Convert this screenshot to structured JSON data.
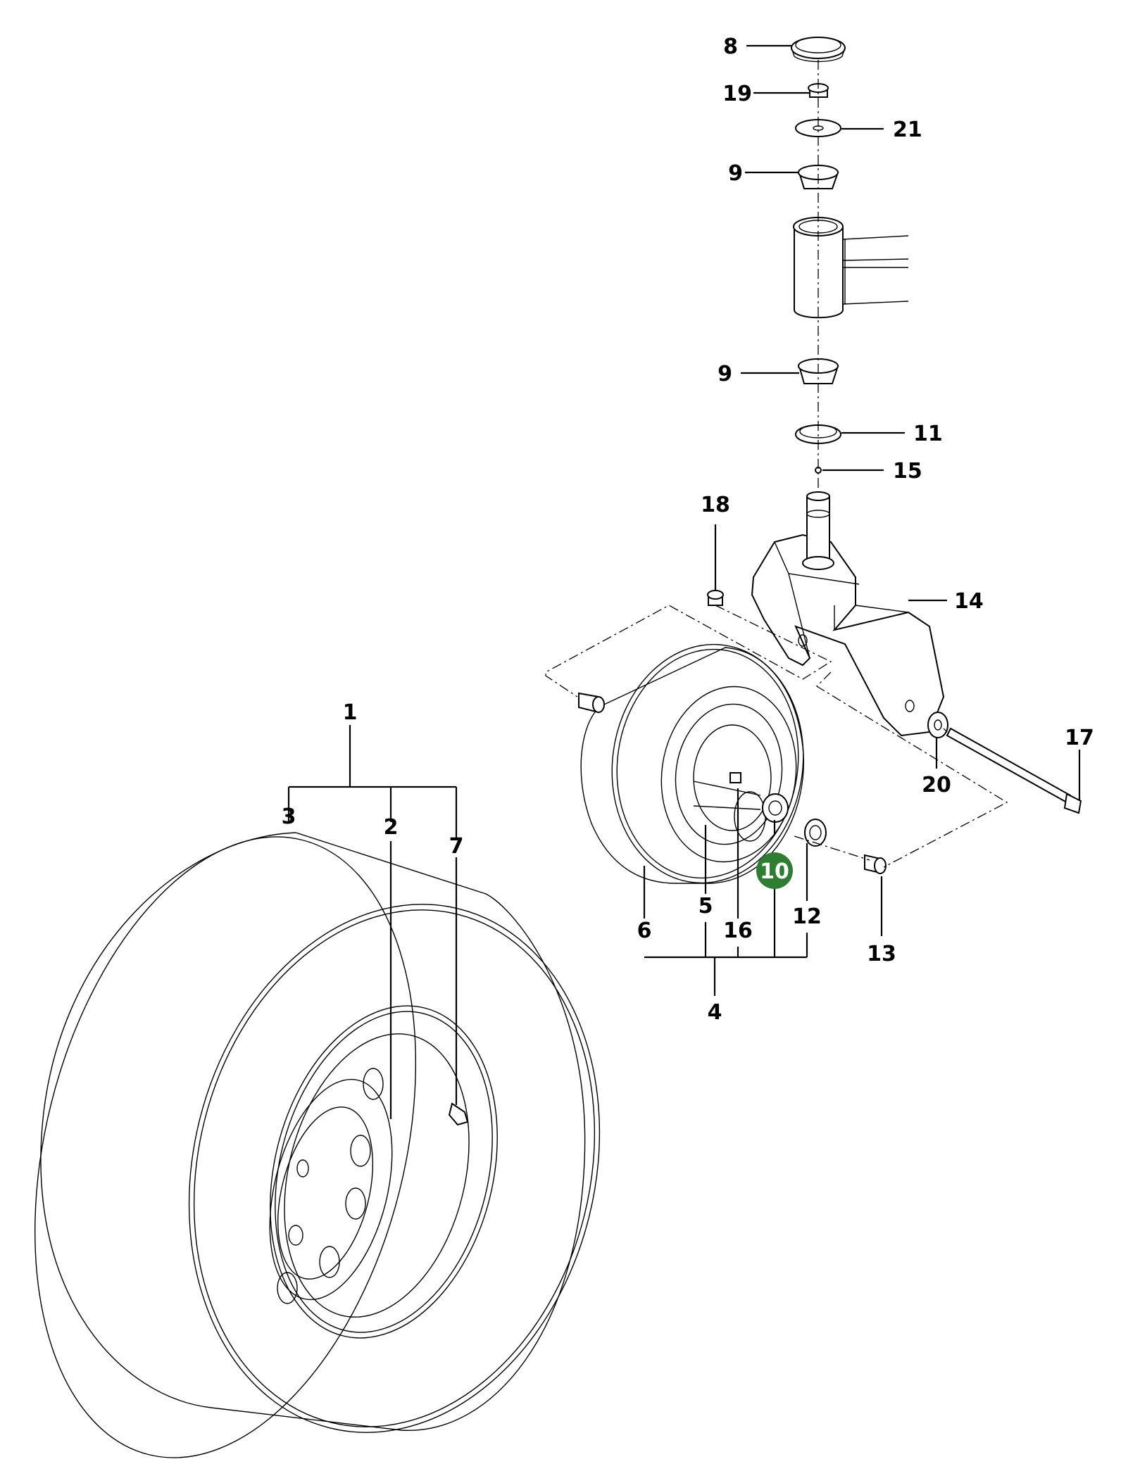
{
  "diagram": {
    "highlight_color": "#2e7d32",
    "callouts": [
      {
        "id": "c8",
        "text": "8"
      },
      {
        "id": "c19",
        "text": "19"
      },
      {
        "id": "c21",
        "text": "21"
      },
      {
        "id": "c9a",
        "text": "9"
      },
      {
        "id": "c9b",
        "text": "9"
      },
      {
        "id": "c11",
        "text": "11"
      },
      {
        "id": "c15",
        "text": "15"
      },
      {
        "id": "c18",
        "text": "18"
      },
      {
        "id": "c14",
        "text": "14"
      },
      {
        "id": "c17",
        "text": "17"
      },
      {
        "id": "c20",
        "text": "20"
      },
      {
        "id": "c1",
        "text": "1"
      },
      {
        "id": "c3",
        "text": "3"
      },
      {
        "id": "c2",
        "text": "2"
      },
      {
        "id": "c7",
        "text": "7"
      },
      {
        "id": "c10",
        "text": "10",
        "highlighted": true
      },
      {
        "id": "c12",
        "text": "12"
      },
      {
        "id": "c13",
        "text": "13"
      },
      {
        "id": "c6",
        "text": "6"
      },
      {
        "id": "c5",
        "text": "5"
      },
      {
        "id": "c16",
        "text": "16"
      },
      {
        "id": "c4",
        "text": "4"
      }
    ]
  }
}
